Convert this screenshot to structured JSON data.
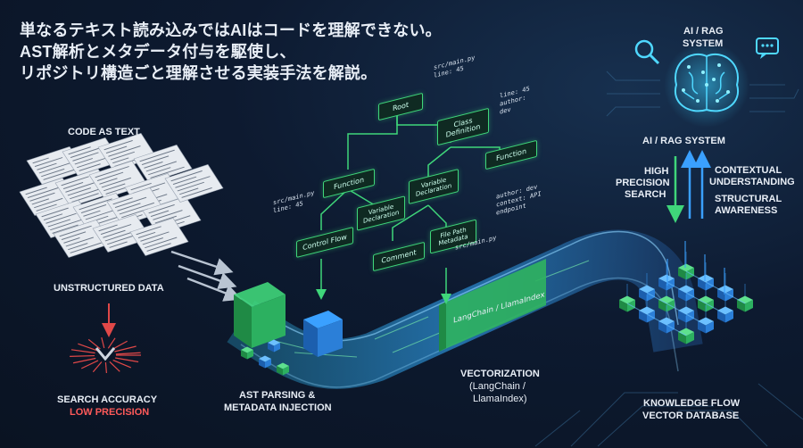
{
  "headline": {
    "line1": "単なるテキスト読み込みではAIはコードを理解できない。",
    "line2": "AST解析とメタデータ付与を駆使し、",
    "line3": "リポジトリ構造ごと理解させる実装手法を解説。"
  },
  "left": {
    "code_as_text": "CODE AS TEXT",
    "unstructured": "UNSTRUCTURED DATA",
    "accuracy_line1": "SEARCH ACCURACY",
    "accuracy_line2": "LOW PRECISION"
  },
  "ast": {
    "label_line1": "AST PARSING &",
    "label_line2": "METADATA INJECTION",
    "nodes": {
      "root": "Root",
      "class_def": "Class Definition",
      "function_left": "Function",
      "function_right": "Function",
      "variable_decl_left": "Variable Declaration",
      "variable_decl_mid": "Variable Declaration",
      "control_flow": "Control Flow",
      "comment": "Comment",
      "file_path": "File Path Metadata"
    },
    "meta": {
      "top": "src/main.py line: 45",
      "top_right": "line: 45 author: dev",
      "left": "src/main.py line: 45",
      "right": "author: dev context: API endpoint",
      "bottom": "src/main.py"
    }
  },
  "pipe": {
    "langchain": "LangChain / LlamaIndex",
    "vector_line1": "VECTORIZATION",
    "vector_line2": "(LangChain /",
    "vector_line3": "LlamaIndex)"
  },
  "right": {
    "badge_line1": "AI / RAG",
    "badge_line2": "SYSTEM",
    "system_title": "AI / RAG SYSTEM",
    "high_line1": "HIGH",
    "high_line2": "PRECISION",
    "high_line3": "SEARCH",
    "ctx_line1": "CONTEXTUAL",
    "ctx_line2": "UNDERSTANDING",
    "struct_line1": "STRUCTURAL",
    "struct_line2": "AWARENESS",
    "kf_line1": "KNOWLEDGE FLOW",
    "kf_line2": "VECTOR DATABASE"
  },
  "colors": {
    "accent_green": "#3fd67a",
    "accent_blue": "#3aa0ff",
    "warning_red": "#ff5a5a",
    "background": "#0c1526"
  }
}
